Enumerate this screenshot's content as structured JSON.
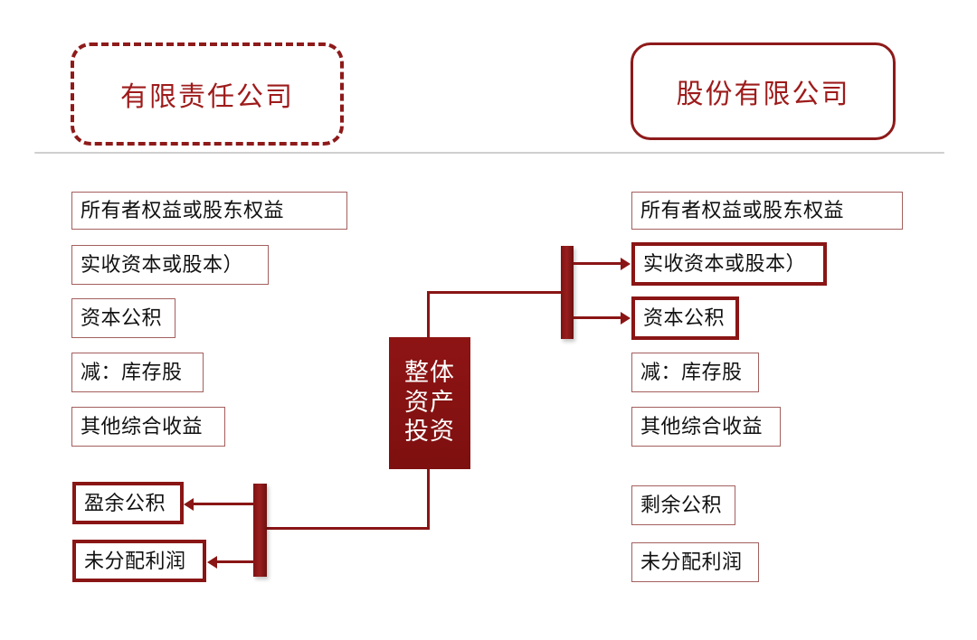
{
  "headers": {
    "left": {
      "label": "有限责任公司",
      "style": "dashed-rounded",
      "color": "#9e1b1b"
    },
    "right": {
      "label": "股份有限公司",
      "style": "solid-rounded",
      "color": "#9e1b1b"
    }
  },
  "divider": {
    "color": "#cfcfcf"
  },
  "center": {
    "label": "整体资产投资",
    "lines": [
      "整体",
      "资产",
      "投资"
    ],
    "fill": "#8f1111",
    "text_color": "#ffffff"
  },
  "left_column": {
    "items": [
      {
        "label": "所有者权益或股东权益",
        "emphasis": "thin"
      },
      {
        "label": "实收资本或股本）",
        "emphasis": "thin"
      },
      {
        "label": "资本公积",
        "emphasis": "thin"
      },
      {
        "label": "减：库存股",
        "emphasis": "thin"
      },
      {
        "label": "其他综合收益",
        "emphasis": "thin"
      },
      {
        "label": "盈余公积",
        "emphasis": "thick"
      },
      {
        "label": "未分配利润",
        "emphasis": "thick"
      }
    ]
  },
  "right_column": {
    "items": [
      {
        "label": "所有者权益或股东权益",
        "emphasis": "thin"
      },
      {
        "label": "实收资本或股本）",
        "emphasis": "thick"
      },
      {
        "label": "资本公积",
        "emphasis": "thick"
      },
      {
        "label": "减：库存股",
        "emphasis": "thin"
      },
      {
        "label": "其他综合收益",
        "emphasis": "thin"
      },
      {
        "label": "剩余公积",
        "emphasis": "thin"
      },
      {
        "label": "未分配利润",
        "emphasis": "thin"
      }
    ]
  },
  "connectors": {
    "accent": "#8a1515",
    "right_branch": {
      "targets": [
        "实收资本或股本）",
        "资本公积"
      ],
      "direction": "right"
    },
    "left_branch": {
      "targets": [
        "盈余公积",
        "未分配利润"
      ],
      "direction": "left"
    }
  }
}
